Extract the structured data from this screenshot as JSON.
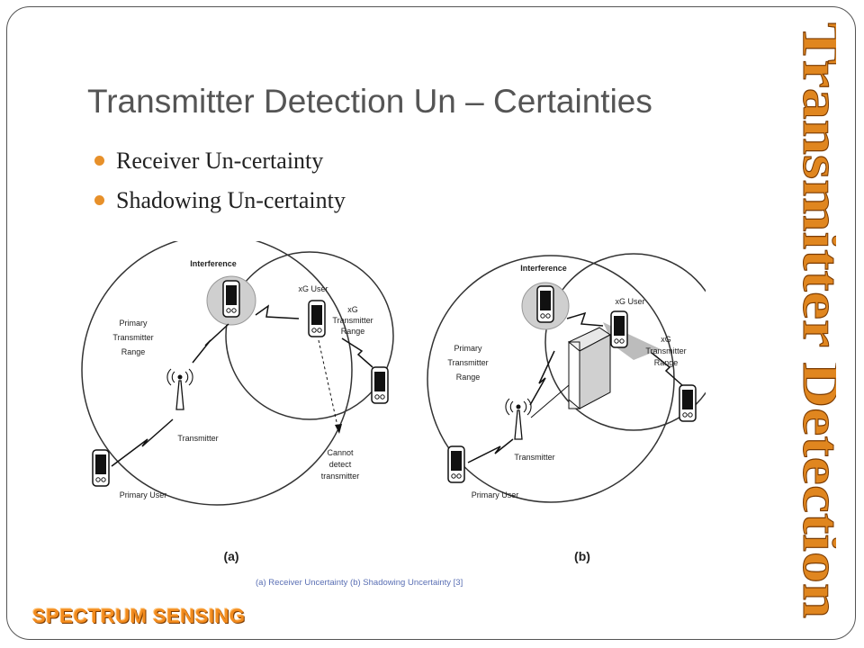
{
  "slide": {
    "title": "Transmitter Detection Un – Certainties",
    "bullets": [
      "Receiver Un-certainty",
      "Shadowing Un-certainty"
    ],
    "side_title": "Transmitter Detection",
    "footer": "SPECTRUM SENSING",
    "caption": "(a) Receiver Uncertainty (b) Shadowing Uncertainty [3]"
  },
  "figure": {
    "panel_a": {
      "label": "(a)",
      "interference": "Interference",
      "primary_range": [
        "Primary",
        "Transmitter",
        "Range"
      ],
      "xg_user": "xG User",
      "xg_range": [
        "xG",
        "Transmitter",
        "Range"
      ],
      "transmitter": "Transmitter",
      "cannot_detect": [
        "Cannot",
        "detect",
        "transmitter"
      ],
      "primary_user": "Primary User"
    },
    "panel_b": {
      "label": "(b)",
      "interference": "Interference",
      "primary_range": [
        "Primary",
        "Transmitter",
        "Range"
      ],
      "xg_user": "xG User",
      "xg_range": [
        "xG",
        "Transmitter",
        "Range"
      ],
      "transmitter": "Transmitter",
      "primary_user": "Primary User"
    }
  },
  "colors": {
    "bullet": "#e7902a",
    "footer": "#f28b1e",
    "side_title": "#e0861f",
    "caption": "#5a6fb4"
  }
}
